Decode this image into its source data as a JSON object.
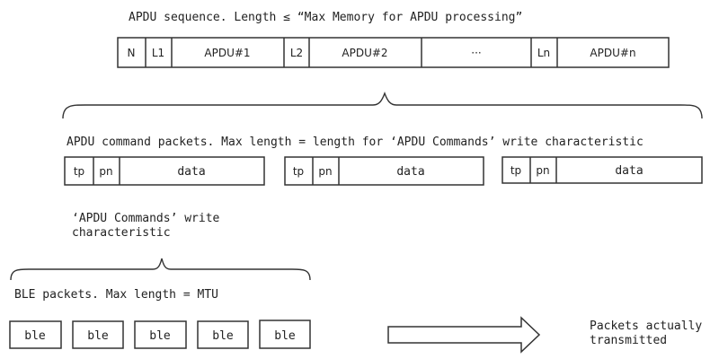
{
  "labels": {
    "apdu_sequence": "APDU sequence. Length ≤ “Max Memory for APDU processing”",
    "apdu_packets": "APDU command packets. Max length = length for ‘APDU Commands’ write characteristic",
    "write_char_line1": "‘APDU Commands’ write",
    "write_char_line2": "characteristic",
    "ble_packets": "BLE packets. Max length = MTU",
    "transmitted_line1": "Packets actually",
    "transmitted_line2": "transmitted"
  },
  "apdu_sequence_cells": [
    "N",
    "L1",
    "APDU#1",
    "L2",
    "APDU#2",
    "···",
    "Ln",
    "APDU#n"
  ],
  "packet_cells": [
    "tp",
    "pn",
    "data"
  ],
  "packet_count": 3,
  "ble_cell": "ble",
  "ble_count": 5
}
